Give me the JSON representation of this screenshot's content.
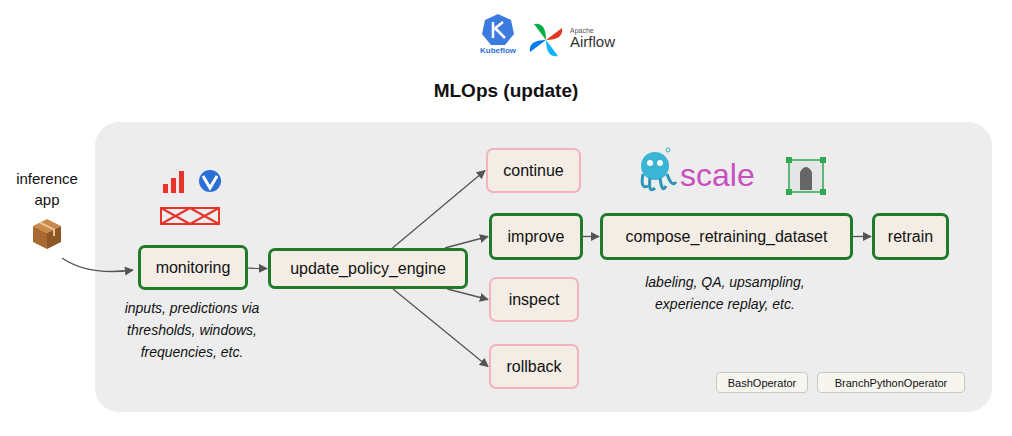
{
  "diagram": {
    "title": "MLOps (update)",
    "nodes": [
      {
        "text": [
          "monitoring"
        ]
      },
      {
        "text": [
          "update_policy_engine"
        ]
      },
      {
        "text": [
          "continue"
        ]
      },
      {
        "text": [
          "improve"
        ]
      },
      {
        "text": [
          "inspect"
        ]
      },
      {
        "text": [
          "rollback"
        ]
      },
      {
        "text": [
          "compose_retraining_dataset"
        ]
      },
      {
        "text": [
          "retrain"
        ]
      },
      {
        "text": [
          "BashOperator"
        ]
      },
      {
        "text": [
          "BranchPythonOperator"
        ]
      }
    ],
    "edges": [
      {
        "from": 0,
        "to": 1,
        "arrow": "to"
      },
      {
        "from": 1,
        "to": 2,
        "arrow": "to"
      },
      {
        "from": 1,
        "to": 3,
        "arrow": "to"
      },
      {
        "from": 1,
        "to": 4,
        "arrow": "to"
      },
      {
        "from": 1,
        "to": 5,
        "arrow": "to"
      },
      {
        "from": 3,
        "to": 6,
        "arrow": "to"
      },
      {
        "from": 6,
        "to": 7,
        "arrow": "to"
      }
    ],
    "labels": [
      "Kubeflow",
      "Apache",
      "Airflow",
      "inference app",
      "inputs, predictions via thresholds, windows, frequencies, etc.",
      "scale",
      "labeling, QA, upsampling, experience replay, etc."
    ]
  }
}
